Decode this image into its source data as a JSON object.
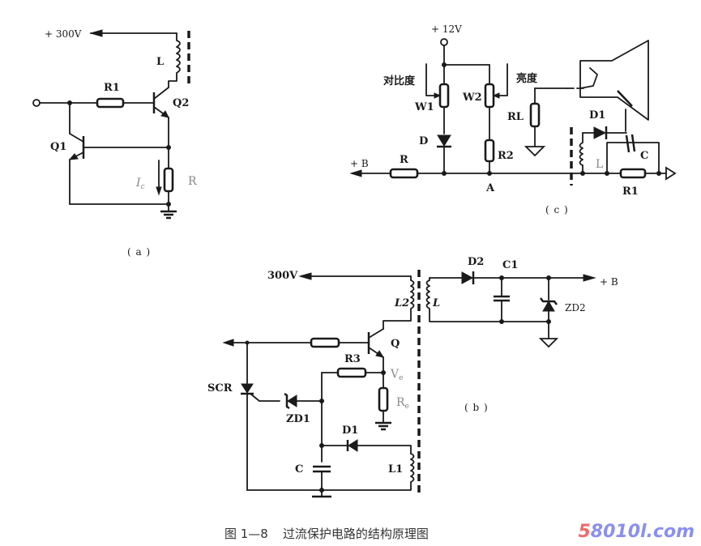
{
  "figure": {
    "caption_prefix": "图 1—8",
    "caption_title": "过流保护电路的结构原理图",
    "watermark_part1": "5",
    "watermark_part2": "8010l.com",
    "watermark_colors": {
      "part1": "#ef6a6a",
      "part2": "#8a8ff0"
    }
  },
  "circuit_a": {
    "sublabel": "( a )",
    "supply": "+ 300V",
    "inductor": "L",
    "resistor_base": "R1",
    "transistor_main": "Q2",
    "transistor_protect": "Q1",
    "current": "I",
    "current_sub": "c",
    "sense_resistor": "R"
  },
  "circuit_b": {
    "sublabel": "( b )",
    "supply": "300V",
    "primary_coil": "L2",
    "secondary_coil": "L",
    "rectifier_diode": "D2",
    "filter_cap": "C1",
    "output": "+ B",
    "zener_out": "ZD2",
    "transistor": "Q",
    "resistor_r3": "R3",
    "emitter_voltage": "V",
    "emitter_voltage_sub": "e",
    "emitter_resistor": "R",
    "emitter_resistor_sub": "e",
    "thyristor": "SCR",
    "zener_trigger": "ZD1",
    "diode_d1": "D1",
    "capacitor": "C",
    "aux_coil": "L1"
  },
  "circuit_c": {
    "sublabel": "( c )",
    "supply": "+ 12V",
    "contrast": "对比度",
    "brightness": "亮度",
    "pot_contrast": "W1",
    "pot_brightness": "W2",
    "diode": "D",
    "resistor_r2": "R2",
    "input": "+ B",
    "resistor_r": "R",
    "node_a": "A",
    "load_resistor": "RL",
    "diode_d1": "D1",
    "inductor": "L",
    "capacitor": "C",
    "resistor_r1": "R1"
  }
}
